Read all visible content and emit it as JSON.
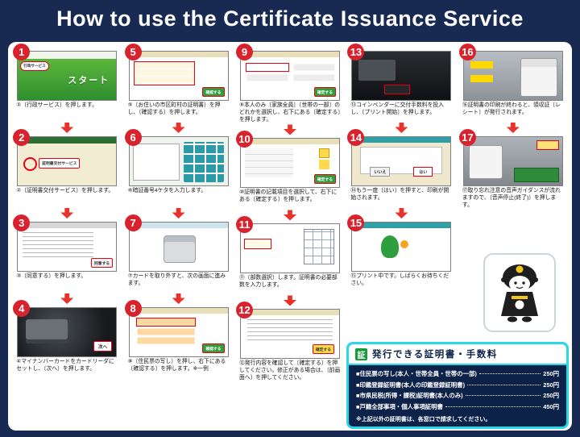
{
  "title": "How to use the Certificate Issuance Service",
  "colors": {
    "background": "#182a52",
    "step_badge_red": "#d8232e",
    "arrow_red": "#e8322a",
    "highlight_ring_red": "#e60012",
    "fee_border_cyan": "#29d8ea",
    "fee_background_navy": "#0c2248",
    "badge_green": "#169a3c"
  },
  "steps": [
    {
      "num": "1",
      "kind": "k1",
      "arrow": true,
      "labels": [
        "行政サービス",
        "スタート"
      ],
      "caption": "①〔行政サービス〕を押します。"
    },
    {
      "num": "2",
      "kind": "k2",
      "arrow": true,
      "labels": [
        "証明書交付サービス"
      ],
      "caption": "②〔証明書交付サービス〕を押します。"
    },
    {
      "num": "3",
      "kind": "k3",
      "arrow": true,
      "labels": [
        "同意する"
      ],
      "caption": "③〔同意する〕を押します。"
    },
    {
      "num": "4",
      "kind": "k4",
      "arrow": false,
      "labels": [
        "次へ"
      ],
      "caption": "④マイナンバーカードをカードリーダにセットし、〔次へ〕を押します。"
    },
    {
      "num": "5",
      "kind": "k5",
      "arrow": true,
      "labels": [
        "確認する"
      ],
      "caption": "⑤〔お住いの市区町村の証明書〕を押し、〔確認する〕を押します。"
    },
    {
      "num": "6",
      "kind": "k6",
      "arrow": true,
      "labels": [],
      "caption": "⑥暗証番号4ケタを入力します。"
    },
    {
      "num": "7",
      "kind": "k7",
      "arrow": true,
      "labels": [],
      "caption": "⑦カードを取り外すと、次の画面に進みます。"
    },
    {
      "num": "8",
      "kind": "k8",
      "arrow": false,
      "labels": [
        "確認する"
      ],
      "caption": "⑧〔住民票の写し〕を押し、右下にある〔確認する〕を押します。※一例"
    },
    {
      "num": "9",
      "kind": "k9",
      "arrow": true,
      "labels": [
        "確定する"
      ],
      "caption": "⑨本人のみ〔家族全員〕〔世帯の一部〕のどれかを選択し、右下にある〔確定する〕を押します。"
    },
    {
      "num": "10",
      "kind": "k10",
      "arrow": true,
      "labels": [
        "確定する"
      ],
      "caption": "⑩証明書の記載項目を選択して、右下にある〔確定する〕を押します。"
    },
    {
      "num": "11",
      "kind": "k11",
      "arrow": true,
      "labels": [],
      "caption": "⑪〔部数選択〕します。証明書の必要部数を入力します。"
    },
    {
      "num": "12",
      "kind": "k12",
      "arrow": false,
      "labels": [
        "確定する"
      ],
      "caption": "⑫発行内容を確認して〔確定する〕を押してください。修正がある場合は、〔前画面へ〕を押してください。"
    },
    {
      "num": "13",
      "kind": "k13",
      "arrow": true,
      "labels": [],
      "caption": "⑬コインベンダーに交付手数料を投入し、〔プリント開始〕を押します。"
    },
    {
      "num": "14",
      "kind": "k14",
      "arrow": true,
      "labels": [
        "いいえ",
        "はい"
      ],
      "caption": "⑭もう一度〔はい〕を押すと、印刷が開始されます。"
    },
    {
      "num": "15",
      "kind": "k15",
      "arrow": false,
      "labels": [],
      "caption": "⑮プリント中です。しばらくお待ちください。"
    },
    {
      "num": "16",
      "kind": "k16",
      "arrow": true,
      "labels": [],
      "caption": "⑯証明書の印刷が終わると、領収証〔レシート〕が発行されます。"
    },
    {
      "num": "17",
      "kind": "k17",
      "arrow": false,
      "labels": [],
      "caption": "⑰取り忘れ注意の音声ガイダンスが流れますので、〔音声停止(終了)〕を押します。"
    }
  ],
  "columns": [
    [
      0,
      1,
      2,
      3
    ],
    [
      4,
      5,
      6,
      7
    ],
    [
      8,
      9,
      10,
      11
    ],
    [
      12,
      13,
      14
    ],
    [
      15,
      16
    ]
  ],
  "fees": {
    "badge": "証",
    "title": "発行できる証明書・手数料",
    "items": [
      {
        "name": "■住民票の写し(本人・世帯全員・世帯の一部)",
        "price": "250円"
      },
      {
        "name": "■印鑑登録証明書(本人の印鑑登録証明書)",
        "price": "250円"
      },
      {
        "name": "■市県民税(所得・課税)証明書(本人のみ)",
        "price": "250円"
      },
      {
        "name": "■戸籍全部事項・個人事項証明書",
        "price": "450円"
      }
    ],
    "note": "※上記以外の証明書は、各窓口で請求してください。"
  }
}
